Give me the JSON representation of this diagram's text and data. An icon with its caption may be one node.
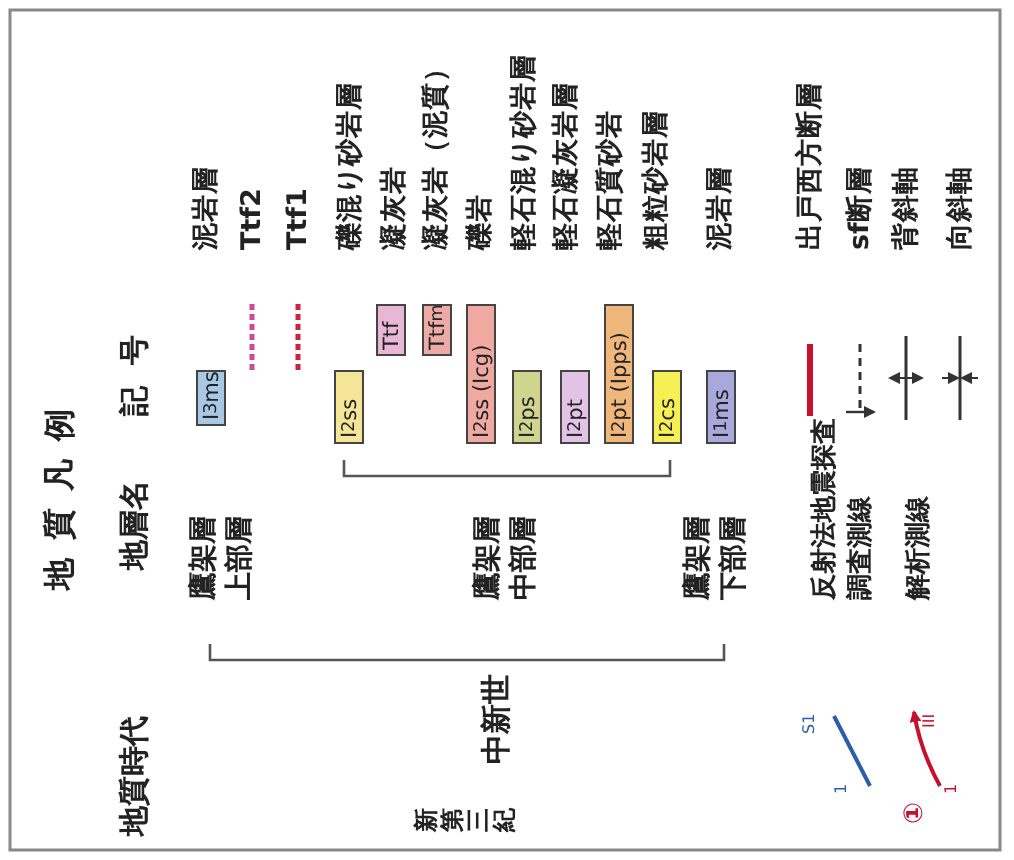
{
  "diagram": {
    "title": "地質凡例",
    "nodes": [
      {
        "text": [
          "I$_{3}$ms"
        ]
      },
      {
        "text": [
          "I$_{2}$ss"
        ]
      },
      {
        "text": [
          "Ttf"
        ]
      },
      {
        "text": [
          "Ttf$_{m}$"
        ]
      },
      {
        "text": [
          "I$_{2}$ss (Icg)"
        ]
      },
      {
        "text": [
          "I$_{2}$ps"
        ]
      },
      {
        "text": [
          "I$_{2}$pt"
        ]
      },
      {
        "text": [
          "I$_{2}$pt (Ipps)"
        ]
      },
      {
        "text": [
          "I$_{2}$cs"
        ]
      },
      {
        "text": [
          "I$_{1}$ms"
        ]
      }
    ],
    "labels": [
      "地質時代",
      "地層名",
      "記号",
      "新第三紀",
      "中新世",
      "鷹架層上部層",
      "鷹架層中部層",
      "鷹架層下部層",
      "泥岩層",
      "Ttf2",
      "Ttf1",
      "礫混り砂岩層",
      "凝灰岩",
      "凝灰岩（泥質）",
      "礫岩",
      "軽石混り砂岩層",
      "軽石凝灰岩層",
      "軽石質砂岩",
      "粗粒砂岩層",
      "泥岩層",
      "出戸西方断層",
      "sf断層",
      "背斜軸",
      "向斜軸",
      "反射法地震探査調査測線",
      "解析測線",
      "S1",
      "1",
      "III",
      "1",
      "①"
    ]
  }
}
